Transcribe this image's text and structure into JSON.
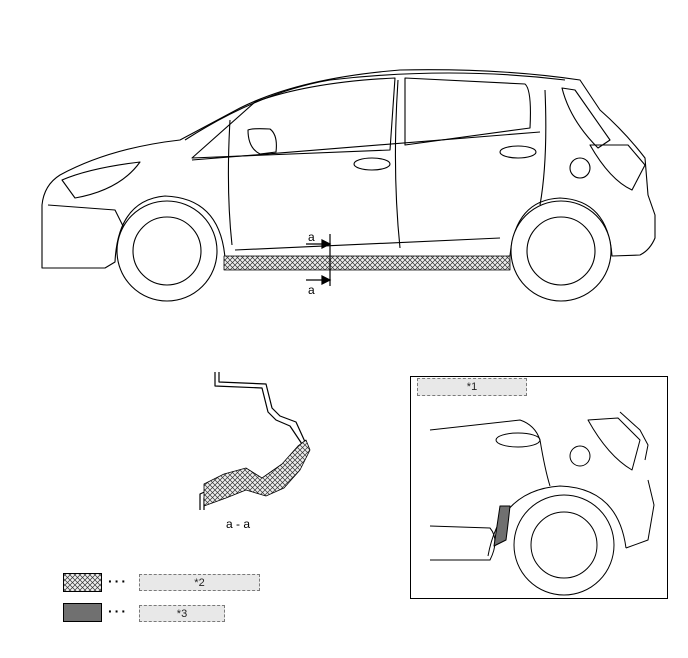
{
  "section_label_top": "a",
  "section_label_bottom": "a",
  "section_caption": "a - a",
  "detail_box_title": "*1",
  "legend": [
    {
      "pattern": "crosshatch",
      "dots": "···",
      "label": "*2"
    },
    {
      "pattern": "solid-gray",
      "dots": "···",
      "label": "*3"
    }
  ],
  "colors": {
    "line": "#000000",
    "hatch_fill": "#d9d9d9",
    "solid_gray": "#707070",
    "placeholder_bg": "#e8e8e8"
  }
}
